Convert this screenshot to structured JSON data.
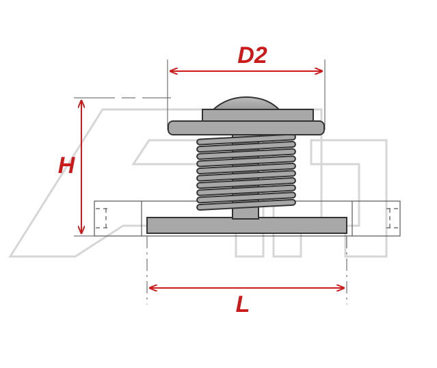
{
  "labels": {
    "d2": "D2",
    "h": "H",
    "l": "L"
  },
  "colors": {
    "dimension": "#cc1a1a",
    "outline": "#333333",
    "part_fill": "#a8a8a8",
    "watermark": "#d6d6d6"
  },
  "watermark": {
    "description_icon": "logo-watermark"
  }
}
